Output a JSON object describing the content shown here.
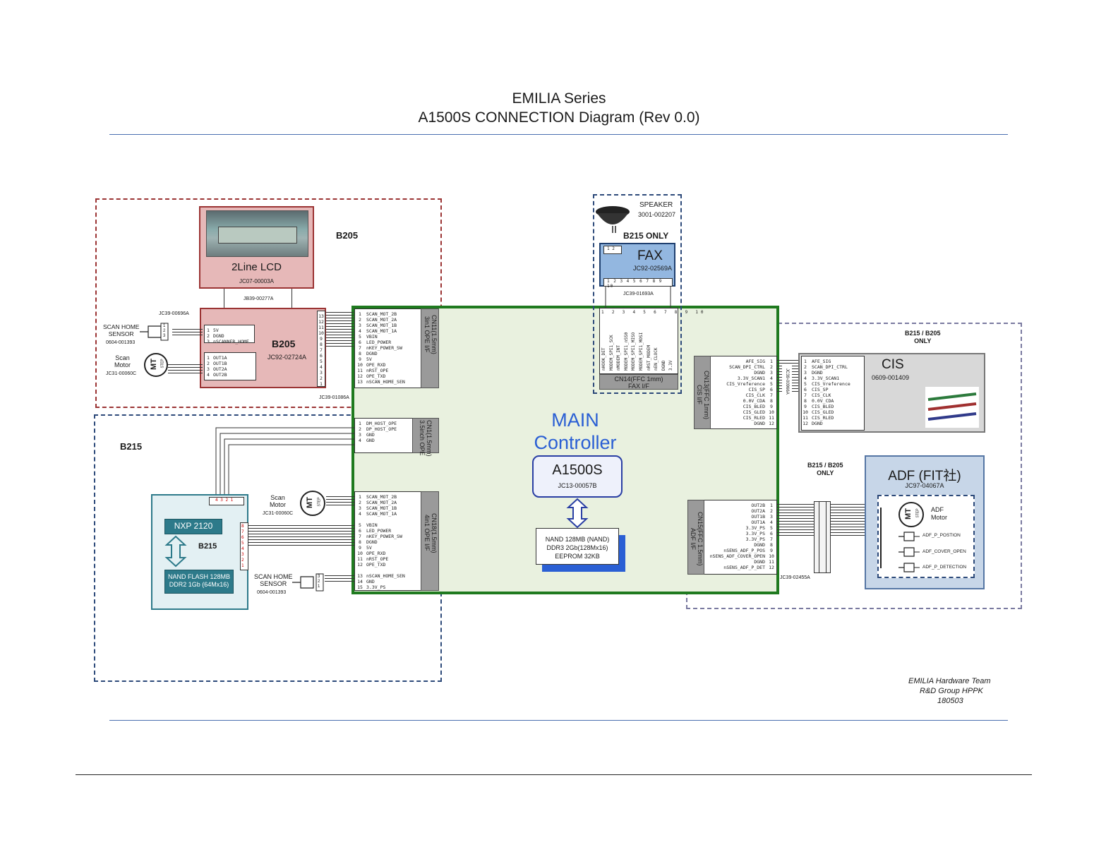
{
  "header": {
    "series": "EMILIA Series",
    "title": "A1500S CONNECTION Diagram (Rev 0.0)"
  },
  "regions": {
    "b205_label": "B205",
    "b215_label": "B215",
    "b215_only": "B215 ONLY",
    "b215_b205_only_top": "B215 / B205\nONLY",
    "b215_b205_only_bottom": "B215 / B205\nONLY"
  },
  "lcd": {
    "name": "2Line LCD",
    "part": "JC07-00003A",
    "cable": "JB39-00277A"
  },
  "b205_board": {
    "name": "B205",
    "part": "JC92-02724A",
    "cable_top": "JC39-00696A",
    "cable_bottom": "JC39-01086A",
    "pins_right": [
      "13",
      "12",
      "11",
      "10",
      "9",
      "8",
      "7",
      "6",
      "5",
      "4",
      "3",
      "2",
      "1"
    ],
    "conn_a": {
      "nums": [
        "1",
        "2",
        "3"
      ],
      "sigs": [
        "5V",
        "DGND",
        "nSCANNER_HOME"
      ]
    },
    "conn_b": {
      "nums": [
        "1",
        "2",
        "3",
        "4"
      ],
      "sigs": [
        "OUT1A",
        "OUT1B",
        "OUT2A",
        "OUT2B"
      ]
    }
  },
  "scan_home_sensor_top": {
    "label": "SCAN HOME\nSENSOR",
    "part": "0604-001393",
    "pins": [
      "1",
      "2",
      "3"
    ]
  },
  "scan_motor_top": {
    "label": "Scan\nMotor",
    "part": "JC31-00060C",
    "mt": "MT",
    "step": "STEP"
  },
  "speaker": {
    "label": "SPEAKER",
    "part": "3001-002207"
  },
  "fax": {
    "name": "FAX",
    "part": "JC92-02569A",
    "cable": "JC39-01693A",
    "top_pins": [
      "1",
      "2"
    ],
    "bottom_pins": [
      "1",
      "2",
      "3",
      "4",
      "5",
      "6",
      "7",
      "8",
      "9",
      "10"
    ]
  },
  "cn14": {
    "title": "CN14(FFC 1mm)\nFAX I/F",
    "nums": [
      "1",
      "2",
      "3",
      "4",
      "5",
      "6",
      "7",
      "8",
      "9",
      "10"
    ],
    "sigs": [
      "nHOOK_DET",
      "MODEM_SPI1_SCK",
      "nMODEM_INT",
      "MODEM_SPI1_nSS0",
      "MODEM_SPI1_MISO",
      "MODEM_SPI1_MOSI",
      "nRST_MODEM",
      "nEN_CLOCK",
      "DGND",
      "3.3V"
    ]
  },
  "cn11": {
    "title": "CN11(1.5mm)\n3in1 OPE I/F",
    "nums": [
      "1",
      "2",
      "3",
      "4",
      "5",
      "6",
      "7",
      "8",
      "9",
      "10",
      "11",
      "12",
      "13"
    ],
    "sigs": [
      "SCAN_MOT_2B",
      "SCAN_MOT_2A",
      "SCAN_MOT_1B",
      "SCAN_MOT_1A",
      "VBIN",
      "LED_POWER",
      "nKEY_POWER_SW",
      "DGND",
      "5V",
      "OPE_RXD",
      "nRST_OPE",
      "OPE_TXD",
      "nSCAN_HOME_SEN"
    ]
  },
  "cn1": {
    "title": "CN1(1.5mm)\n3.5inch OPE",
    "nums": [
      "1",
      "2",
      "3",
      "4"
    ],
    "sigs": [
      "DM_HOST_OPE",
      "DP_HOST_OPE",
      "GND",
      "GND"
    ]
  },
  "cn18": {
    "title": "CN18(1.5mm)\n4in1 OPE I/F",
    "nums": [
      "1",
      "2",
      "3",
      "4",
      "",
      "5",
      "6",
      "7",
      "8",
      "9",
      "10",
      "11",
      "12",
      "",
      "13",
      "14",
      "15"
    ],
    "sigs": [
      "SCAN_MOT_2B",
      "SCAN_MOT_2A",
      "SCAN_MOT_1B",
      "SCAN_MOT_1A",
      "",
      "VBIN",
      "LED_POWER",
      "nKEY_POWER_SW",
      "DGND",
      "5V",
      "OPE_RXD",
      "nRST_OPE",
      "OPE_TXD",
      "",
      "nSCAN_HOME_SEN",
      "GND",
      "3.3V_PS"
    ]
  },
  "cn13": {
    "title": "CN13(FFC 1mm)\nCIS I/F",
    "nums": [
      "1",
      "2",
      "3",
      "4",
      "5",
      "6",
      "7",
      "8",
      "9",
      "10",
      "11",
      "12"
    ],
    "sigs": [
      "AFE_SIG",
      "SCAN_DPI_CTRL",
      "DGND",
      "3.3V_SCAN1",
      "CIS_Vreference",
      "CIS_SP",
      "CIS_CLK",
      "0.0V_CDA",
      "CIS_BLED",
      "CIS_GLED",
      "CIS_RLED",
      "DGND"
    ]
  },
  "cis": {
    "name": "CIS",
    "part": "0609-001409",
    "cable": "JC39-00966A",
    "nums": [
      "1",
      "2",
      "3",
      "4",
      "5",
      "6",
      "7",
      "8",
      "9",
      "10",
      "11",
      "12"
    ],
    "sigs": [
      "AFE_SIG",
      "SCAN_DPI_CTRL",
      "DGND",
      "3.3V_SCAN1",
      "CIS_Vreference",
      "CIS_SP",
      "CIS_CLK",
      "0.0V_CDA",
      "CIS_BLED",
      "CIS_GLED",
      "CIS_RLED",
      "DGND"
    ]
  },
  "cn15": {
    "title": "CN15(FFC 1.5mm)\nADF I/F",
    "nums": [
      "1",
      "2",
      "3",
      "4",
      "5",
      "6",
      "7",
      "8",
      "9",
      "10",
      "11",
      "12"
    ],
    "sigs": [
      "OUT2B",
      "OUT2A",
      "OUT1B",
      "OUT1A",
      "3.3V_PS",
      "3.3V_PS",
      "3.3V_PS",
      "DGND",
      "nSENS_ADF_P_POS",
      "nSENS_ADF_COVER_OPEN",
      "DGND",
      "nSENS_ADF_P_DET"
    ],
    "cable": "JC39-02455A"
  },
  "adf": {
    "name": "ADF (FIT社)",
    "part": "JC97-04067A",
    "motor": "ADF\nMotor",
    "mt": "MT",
    "step": "STEP",
    "sensors": [
      "ADF_P_POSTION",
      "ADF_COVER_OPEN",
      "ADF_P_DETECTION"
    ]
  },
  "main": {
    "title1": "MAIN",
    "title2": "Controller",
    "chip": "A1500S",
    "chip_part": "JC13-00057B",
    "memory": "NAND 128MB (NAND)\nDDR3 2Gb(128Mx16)\nEEPROM 32KB"
  },
  "b215_board": {
    "label": "B215",
    "cpu": "NXP 2120",
    "memory": "NAND FLASH 128MB\nDDR2 1Gb (64Mx16)",
    "top_pins": [
      "4",
      "3",
      "2",
      "1"
    ],
    "right_pins": [
      "8",
      "7",
      "6",
      "5",
      "4",
      "3",
      "2",
      "1"
    ]
  },
  "scan_motor_bottom": {
    "label": "Scan\nMotor",
    "part": "JC31-00060C",
    "mt": "MT",
    "step": "STEP"
  },
  "scan_home_sensor_bottom": {
    "label": "SCAN HOME\nSENSOR",
    "part": "0604-001393",
    "pins": [
      "3",
      "2",
      "1"
    ]
  },
  "footer": {
    "team": "EMILIA Hardware Team",
    "group": "R&D Group HPPK",
    "date": "180503"
  },
  "colors": {
    "main_border": "#1f7a1f",
    "main_fill": "#e9f1df",
    "title_blue": "#2a5fd4",
    "b205_fill": "#e6b8b8",
    "b215_fill": "#e3f0f3",
    "fax_fill": "#93b7e0",
    "adf_fill": "#c7d6e8"
  }
}
